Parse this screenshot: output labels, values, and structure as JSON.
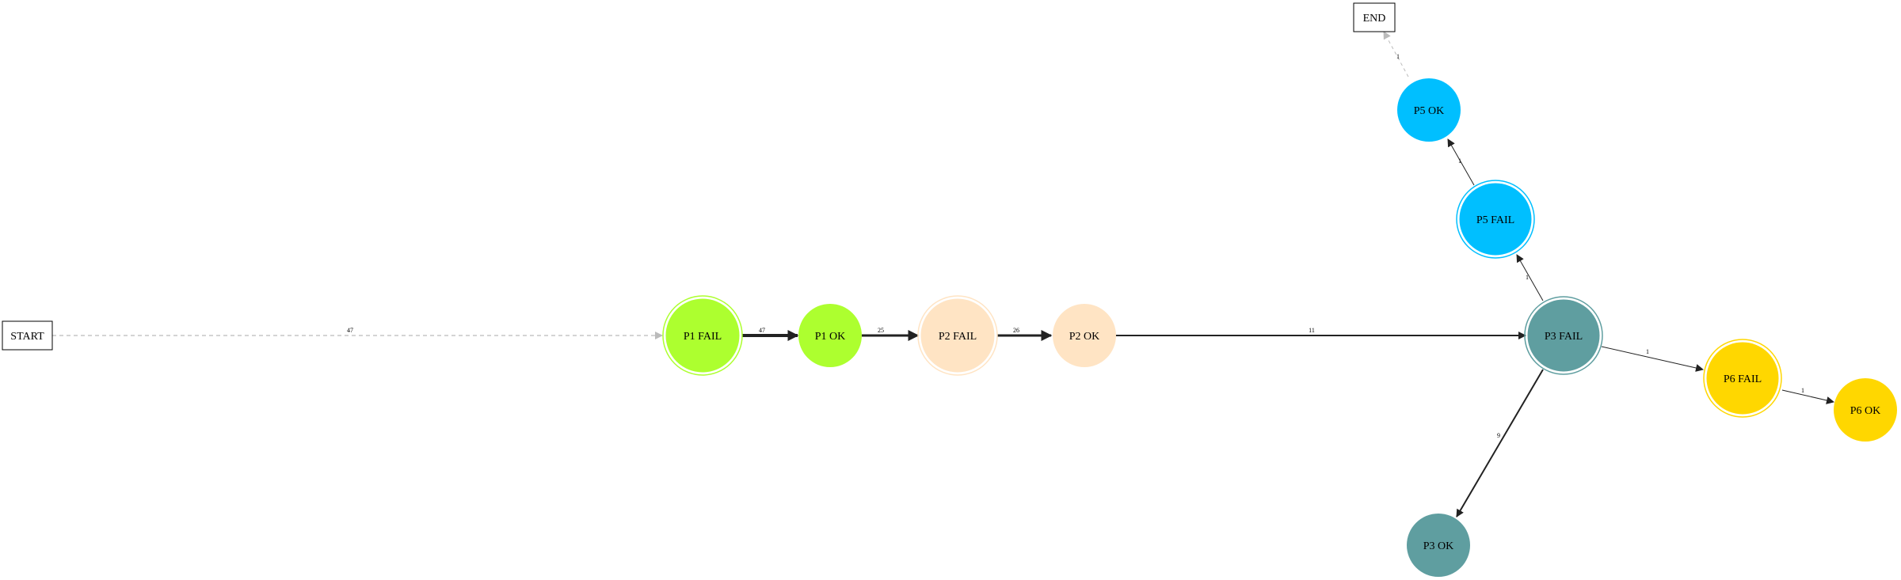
{
  "diagram": {
    "nodes": [
      {
        "id": "start",
        "label": "START",
        "shape": "box"
      },
      {
        "id": "end",
        "label": "END",
        "shape": "box"
      },
      {
        "id": "p1fail",
        "label": "P1 FAIL",
        "shape": "doublecircle",
        "color": "#adff2f"
      },
      {
        "id": "p1ok",
        "label": "P1 OK",
        "shape": "circle",
        "color": "#adff2f"
      },
      {
        "id": "p2fail",
        "label": "P2 FAIL",
        "shape": "doublecircle",
        "color": "#ffe4c4"
      },
      {
        "id": "p2ok",
        "label": "P2 OK",
        "shape": "circle",
        "color": "#ffe4c4"
      },
      {
        "id": "p3fail",
        "label": "P3 FAIL",
        "shape": "doublecircle",
        "color": "#5f9ea0"
      },
      {
        "id": "p3ok",
        "label": "P3 OK",
        "shape": "circle",
        "color": "#5f9ea0"
      },
      {
        "id": "p5fail",
        "label": "P5 FAIL",
        "shape": "doublecircle",
        "color": "#00bfff"
      },
      {
        "id": "p5ok",
        "label": "P5 OK",
        "shape": "circle",
        "color": "#00bfff"
      },
      {
        "id": "p6fail",
        "label": "P6 FAIL",
        "shape": "doublecircle",
        "color": "#ffd700"
      },
      {
        "id": "p6ok",
        "label": "P6 OK",
        "shape": "circle",
        "color": "#ffd700"
      }
    ],
    "edges": [
      {
        "from": "start",
        "to": "p1fail",
        "label": "47",
        "style": "dashed"
      },
      {
        "from": "p1fail",
        "to": "p1ok",
        "label": "47",
        "style": "bold"
      },
      {
        "from": "p1ok",
        "to": "p2fail",
        "label": "25",
        "style": "bold"
      },
      {
        "from": "p2fail",
        "to": "p2ok",
        "label": "26",
        "style": "bold"
      },
      {
        "from": "p2ok",
        "to": "p3fail",
        "label": "11",
        "style": "solid"
      },
      {
        "from": "p3fail",
        "to": "p3ok",
        "label": "9",
        "style": "solid"
      },
      {
        "from": "p3fail",
        "to": "p5fail",
        "label": "1",
        "style": "thin"
      },
      {
        "from": "p3fail",
        "to": "p6fail",
        "label": "1",
        "style": "thin"
      },
      {
        "from": "p5fail",
        "to": "p5ok",
        "label": "1",
        "style": "thin"
      },
      {
        "from": "p5ok",
        "to": "end",
        "label": "1",
        "style": "dashed"
      },
      {
        "from": "p6fail",
        "to": "p6ok",
        "label": "1",
        "style": "thin"
      }
    ]
  }
}
